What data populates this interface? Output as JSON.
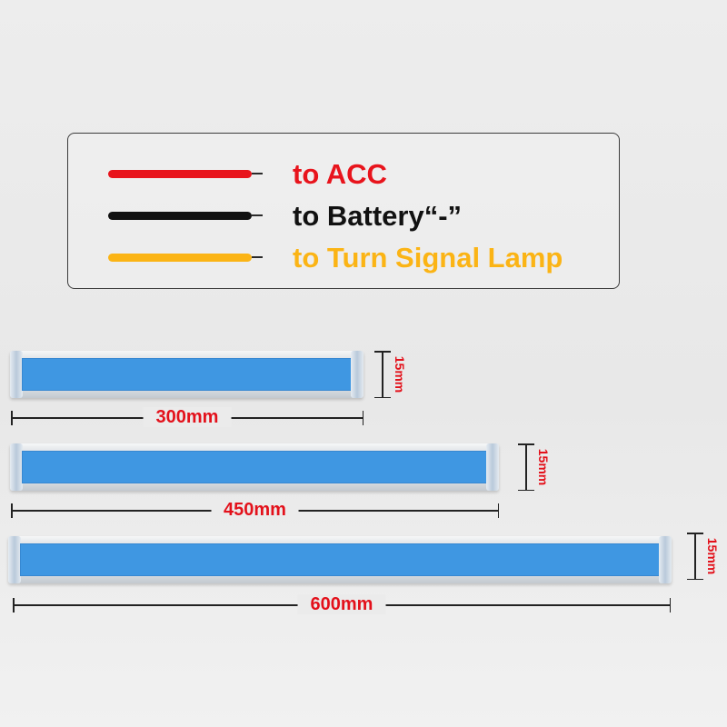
{
  "legend": {
    "items": [
      {
        "label": "to ACC",
        "wire_color": "#e8141c",
        "text_color": "#e8141c"
      },
      {
        "label": "to Battery“-”",
        "wire_color": "#111111",
        "text_color": "#111111"
      },
      {
        "label": "to Turn Signal Lamp",
        "wire_color": "#fbb415",
        "text_color": "#fbb415"
      }
    ]
  },
  "strips": [
    {
      "length_label": "300mm",
      "width_label": "15mm"
    },
    {
      "length_label": "450mm",
      "width_label": "15mm"
    },
    {
      "length_label": "600mm",
      "width_label": "15mm"
    }
  ],
  "colors": {
    "strip_face": "#3f97e2",
    "dimension_text": "#e3111b",
    "dimension_line": "#222222"
  }
}
